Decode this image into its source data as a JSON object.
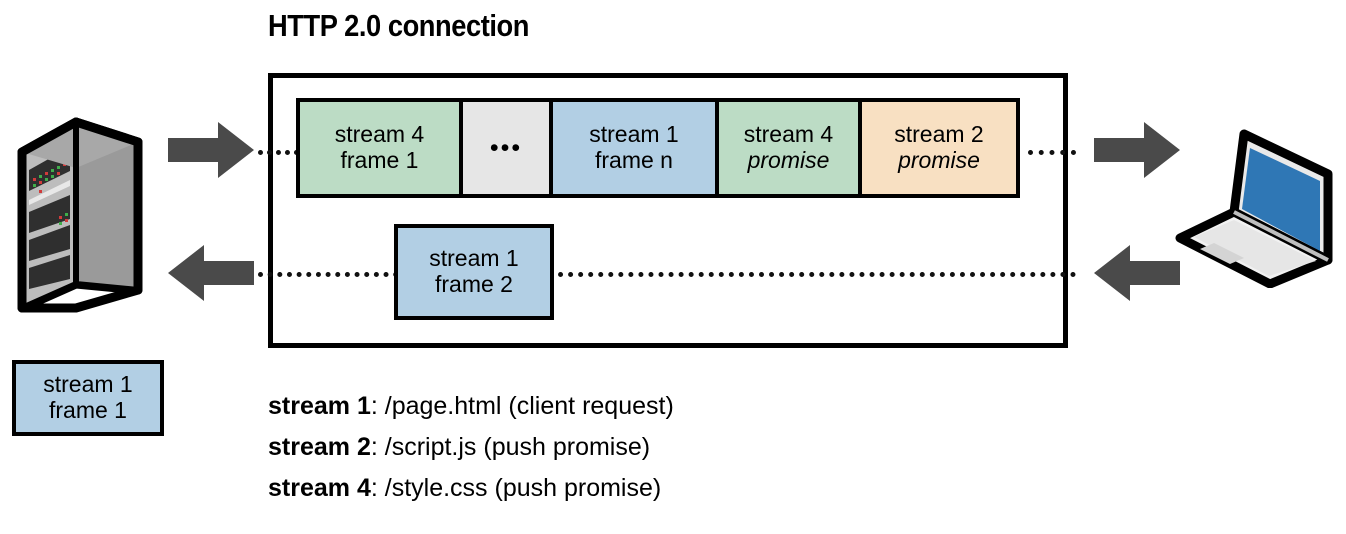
{
  "title": "HTTP 2.0 connection",
  "colors": {
    "green": "#bcdcc5",
    "blue": "#b2cfe4",
    "orange": "#f8e0c2",
    "gray": "#e6e6e6",
    "arrow": "#4a4a4a",
    "outline": "#000000",
    "laptop_screen": "#2f77b5",
    "server_body": "#9a9a9a"
  },
  "connection": {
    "upstream_frames": [
      {
        "line1": "stream 4",
        "line2": "frame 1",
        "line2_italic": false,
        "fill": "green"
      },
      {
        "line1": "",
        "line2": "•••",
        "line2_italic": false,
        "fill": "gray"
      },
      {
        "line1": "stream 1",
        "line2": "frame n",
        "line2_italic": false,
        "fill": "blue"
      },
      {
        "line1": "stream 4",
        "line2": "promise",
        "line2_italic": true,
        "fill": "green"
      },
      {
        "line1": "stream 2",
        "line2": "promise",
        "line2_italic": true,
        "fill": "orange"
      }
    ],
    "downstream_frame": {
      "line1": "stream 1",
      "line2": "frame 2",
      "fill": "blue"
    }
  },
  "standalone_frame": {
    "line1": "stream 1",
    "line2": "frame 1",
    "fill": "blue"
  },
  "endpoints": {
    "left": "server",
    "right": "laptop"
  },
  "arrows": [
    {
      "name": "arrow-to-connection",
      "direction": "right"
    },
    {
      "name": "arrow-to-client",
      "direction": "right"
    },
    {
      "name": "arrow-to-server",
      "direction": "left"
    },
    {
      "name": "arrow-from-client",
      "direction": "left"
    }
  ],
  "legend": [
    {
      "stream": "stream 1",
      "rest": ": /page.html  (client request)"
    },
    {
      "stream": "stream 2",
      "rest": ": /script.js  (push promise)"
    },
    {
      "stream": "stream 4",
      "rest": ": /style.css  (push promise)"
    }
  ]
}
